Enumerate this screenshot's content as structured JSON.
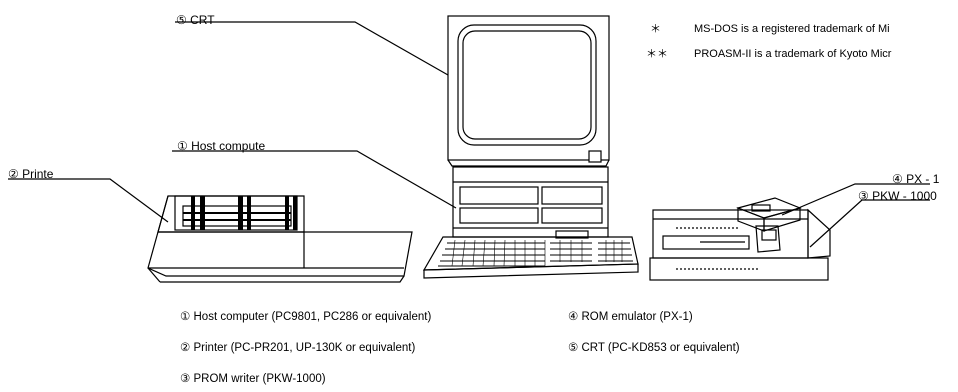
{
  "callouts": {
    "crt": "⑤ CRT",
    "host": "① Host compute",
    "printer": "② Printe",
    "px1": "④ PX - 1",
    "pkw": "③ PKW - 1000"
  },
  "notes": [
    {
      "mark": "＊",
      "text": "MS-DOS is a registered trademark of Mi"
    },
    {
      "mark": "＊＊",
      "text": "PROASM-II is a trademark of Kyoto Micr"
    }
  ],
  "legend": {
    "host": "① Host computer (PC9801, PC286 or equivalent)",
    "printer": "② Printer (PC-PR201, UP-130K or equivalent)",
    "prom": "③ PROM writer (PKW-1000)",
    "rom": "④ ROM emulator (PX-1)",
    "crt": "⑤ CRT (PC-KD853 or equivalent)"
  }
}
